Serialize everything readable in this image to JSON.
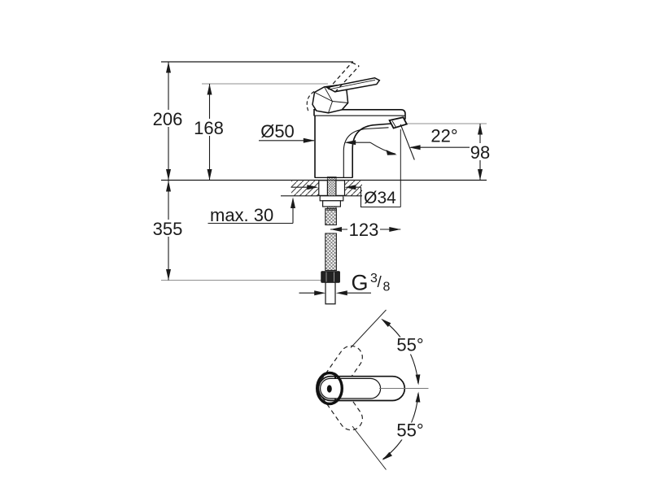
{
  "drawing": {
    "title": "faucet-dimension-drawing",
    "subject": "single-lever basin mixer, side elevation and handle plan view",
    "colors": {
      "line": "#1a1a1a",
      "reference_line": "#8f8f8f",
      "background": "#ffffff"
    },
    "labels": {
      "total_height": "206",
      "lever_height": "168",
      "body_diameter": "Ø50",
      "spray_angle": "22°",
      "spout_height": "98",
      "below_deck_length": "355",
      "deck_thickness": "max. 30",
      "hole_diameter": "Ø34",
      "spout_reach": "123",
      "thread_prefix": "G",
      "thread_numerator": "3",
      "thread_slash": "/",
      "thread_denominator": "8",
      "swing_angle_upper": "55°",
      "swing_angle_lower": "55°"
    }
  }
}
